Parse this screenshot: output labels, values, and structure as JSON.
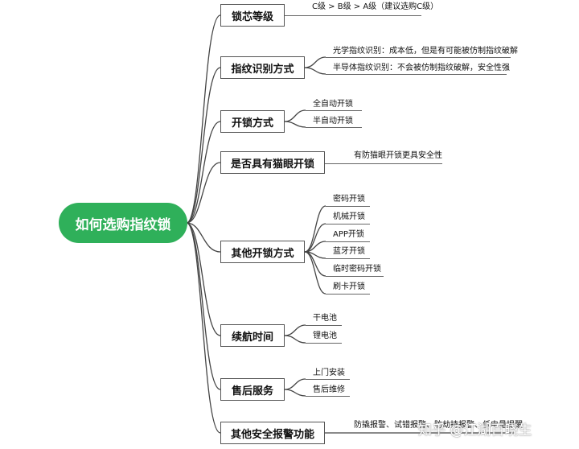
{
  "root": {
    "label": "如何选购指纹锁"
  },
  "branches": [
    {
      "label": "锁芯等级",
      "leaves": [
        "C级 > B级 > A级（建议选购C级）"
      ]
    },
    {
      "label": "指纹识别方式",
      "leaves": [
        "光学指纹识别：成本低，但是有可能被仿制指纹破解",
        "半导体指纹识别：不会被仿制指纹破解，安全性强"
      ]
    },
    {
      "label": "开锁方式",
      "leaves": [
        "全自动开锁",
        "半自动开锁"
      ]
    },
    {
      "label": "是否具有猫眼开锁",
      "leaves": [
        "有防猫眼开锁更具安全性"
      ]
    },
    {
      "label": "其他开锁方式",
      "leaves": [
        "密码开锁",
        "机械开锁",
        "APP开锁",
        "蓝牙开锁",
        "临时密码开锁",
        "刷卡开锁"
      ]
    },
    {
      "label": "续航时间",
      "leaves": [
        "干电池",
        "锂电池"
      ]
    },
    {
      "label": "售后服务",
      "leaves": [
        "上门安装",
        "售后维修"
      ]
    },
    {
      "label": "其他安全报警功能",
      "leaves": [
        "防撬报警、试错报警、防劫持报警、低电量提醒"
      ]
    }
  ],
  "watermark": "知乎 @江湖百晓生"
}
